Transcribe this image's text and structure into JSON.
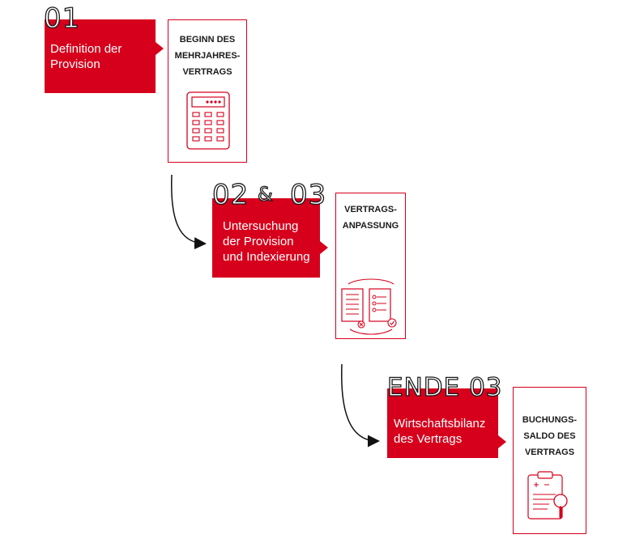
{
  "steps": [
    {
      "number": "01",
      "label_lines": [
        "Definition der",
        "Provision"
      ],
      "card_lines": [
        "BEGINN DES",
        "MEHRJAHRES-",
        "VERTRAGS"
      ],
      "icon": "calculator-icon"
    },
    {
      "number_a": "02",
      "number_sep": "&",
      "number_b": "03",
      "label_lines": [
        "Untersuchung",
        "der Provision",
        "und Indexierung"
      ],
      "card_lines": [
        "VERTRAGS-",
        "ANPASSUNG"
      ],
      "icon": "contract-compare-icon"
    },
    {
      "number": "ENDE 03",
      "label_lines": [
        "Wirtschaftsbilanz",
        "des Vertrags"
      ],
      "card_lines": [
        "BUCHUNGS-",
        "SALDO DES",
        "VERTRAGS"
      ],
      "icon": "clipboard-search-icon"
    }
  ],
  "colors": {
    "accent": "#d6001c",
    "text": "#1a1a1a",
    "arrow": "#111111"
  }
}
